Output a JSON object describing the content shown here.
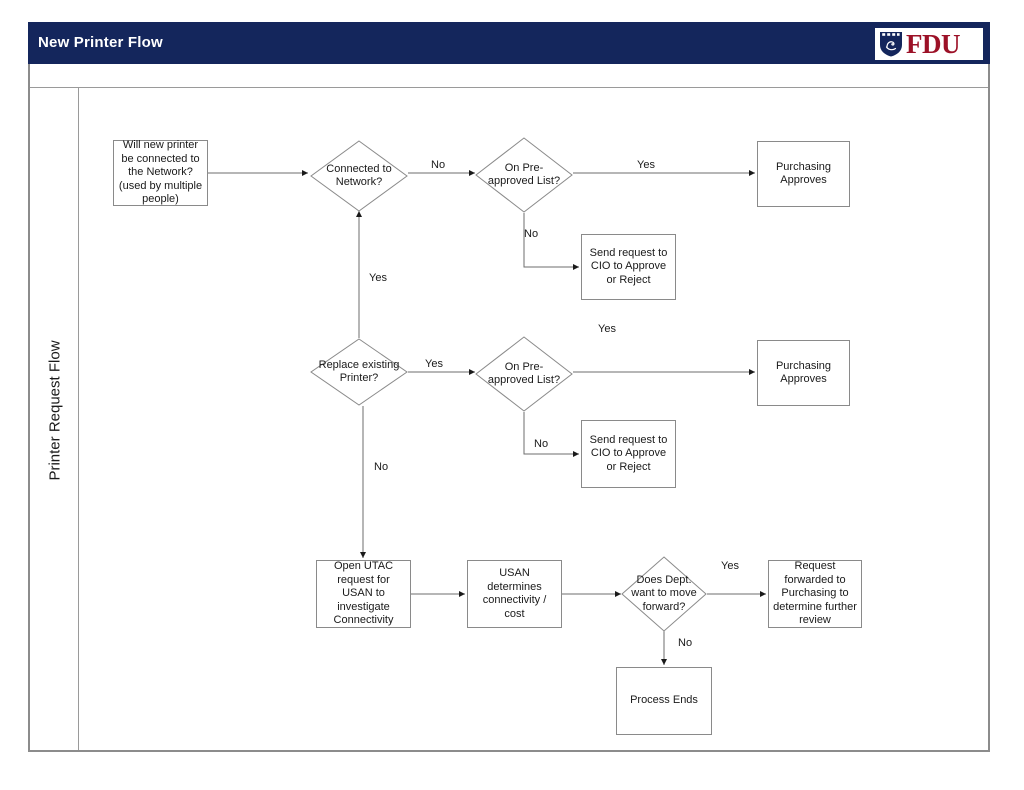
{
  "document": {
    "title": "New Printer Flow",
    "logo": {
      "wordmark": "FDU",
      "crest_name": "fdu-shield-crest",
      "wordmark_color": "#9c1127",
      "crest_color": "#14265c"
    },
    "header_color": "#14265c",
    "frame_border_color": "#8c8c8c"
  },
  "swimlane": {
    "label": "Printer Request Flow"
  },
  "chart_data": {
    "type": "diagram",
    "title": "New Printer Flow",
    "nodes": [
      {
        "id": "start",
        "shape": "process",
        "text": "Will new printer be connected to the Network? (used by multiple people)"
      },
      {
        "id": "connected",
        "shape": "decision",
        "text": "Connected to Network?"
      },
      {
        "id": "preapp1",
        "shape": "decision",
        "text": "On Pre-approved List?"
      },
      {
        "id": "purchasing1",
        "shape": "process",
        "text": "Purchasing Approves"
      },
      {
        "id": "cio1",
        "shape": "process",
        "text": "Send request to CIO to Approve or Reject"
      },
      {
        "id": "replace",
        "shape": "decision",
        "text": "Replace existing Printer?"
      },
      {
        "id": "preapp2",
        "shape": "decision",
        "text": "On Pre-approved List?"
      },
      {
        "id": "purchasing2",
        "shape": "process",
        "text": "Purchasing Approves"
      },
      {
        "id": "cio2",
        "shape": "process",
        "text": "Send request to CIO to Approve or Reject"
      },
      {
        "id": "utac",
        "shape": "process",
        "text": "Open UTAC request for USAN to investigate Connectivity"
      },
      {
        "id": "usan",
        "shape": "process",
        "text": "USAN determines connectivity / cost"
      },
      {
        "id": "dept",
        "shape": "decision",
        "text": "Does Dept. want to move forward?"
      },
      {
        "id": "forwarded",
        "shape": "process",
        "text": "Request forwarded to Purchasing to determine further review"
      },
      {
        "id": "ends",
        "shape": "process",
        "text": "Process Ends"
      }
    ],
    "edges": [
      {
        "from": "start",
        "to": "connected",
        "label": ""
      },
      {
        "from": "connected",
        "to": "preapp1",
        "label": "No"
      },
      {
        "from": "preapp1",
        "to": "purchasing1",
        "label": "Yes"
      },
      {
        "from": "preapp1",
        "to": "cio1",
        "label": "No"
      },
      {
        "from": "replace",
        "to": "connected",
        "label": "Yes"
      },
      {
        "from": "replace",
        "to": "preapp2",
        "label": "Yes"
      },
      {
        "from": "preapp2",
        "to": "purchasing2",
        "label": "Yes"
      },
      {
        "from": "preapp2",
        "to": "cio2",
        "label": "No"
      },
      {
        "from": "replace",
        "to": "utac",
        "label": "No"
      },
      {
        "from": "utac",
        "to": "usan",
        "label": ""
      },
      {
        "from": "usan",
        "to": "dept",
        "label": ""
      },
      {
        "from": "dept",
        "to": "forwarded",
        "label": "Yes"
      },
      {
        "from": "dept",
        "to": "ends",
        "label": "No"
      }
    ],
    "labels": {
      "no_connected": "No",
      "yes_preapp1": "Yes",
      "no_preapp1": "No",
      "yes_up_to_connected": "Yes",
      "yes_floating_middle": "Yes",
      "yes_replace_to_preapp2": "Yes",
      "no_preapp2": "No",
      "no_replace": "No",
      "yes_dept": "Yes",
      "no_dept": "No"
    }
  }
}
